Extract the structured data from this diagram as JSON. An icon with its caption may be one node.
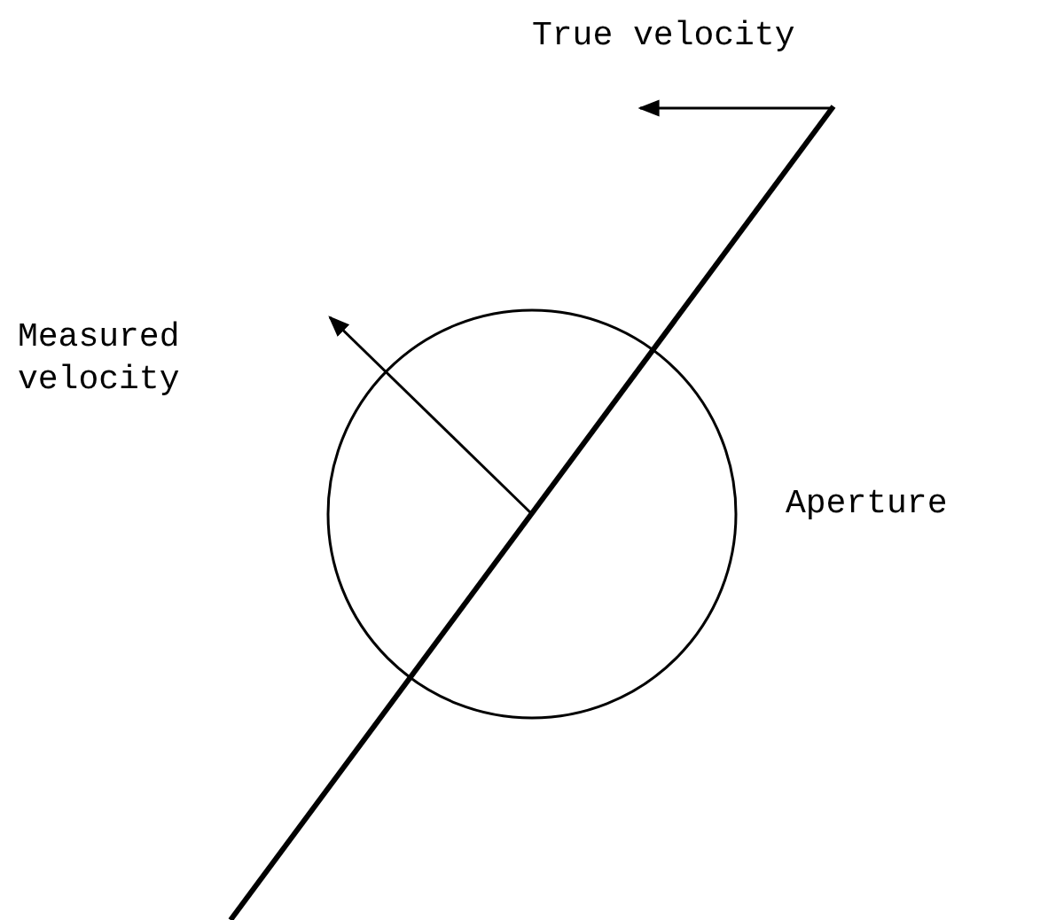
{
  "diagram": {
    "labels": [
      "True velocity",
      "Measured velocity",
      "Aperture"
    ]
  }
}
